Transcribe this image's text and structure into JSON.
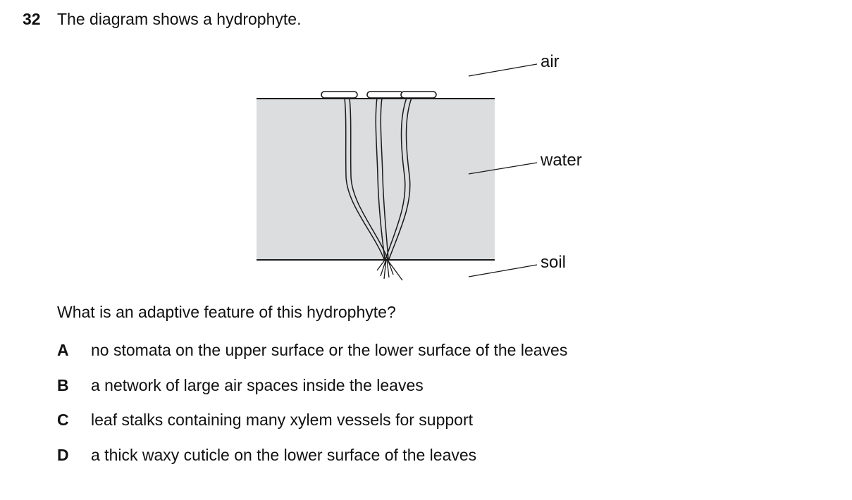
{
  "question": {
    "number": "32",
    "stem": "The diagram shows a hydrophyte.",
    "prompt": "What is an adaptive feature of this hydrophyte?",
    "options": [
      {
        "letter": "A",
        "text": "no stomata on the upper surface or the lower surface of the leaves"
      },
      {
        "letter": "B",
        "text": "a network of large air spaces inside the leaves"
      },
      {
        "letter": "C",
        "text": "leaf stalks containing many xylem vessels for support"
      },
      {
        "letter": "D",
        "text": "a thick waxy cuticle on the lower surface of the leaves"
      }
    ]
  },
  "diagram": {
    "labels": {
      "air": "air",
      "water": "water",
      "soil": "soil"
    },
    "colors": {
      "water_fill": "#dcdddf",
      "line": "#1a1a1a"
    }
  }
}
